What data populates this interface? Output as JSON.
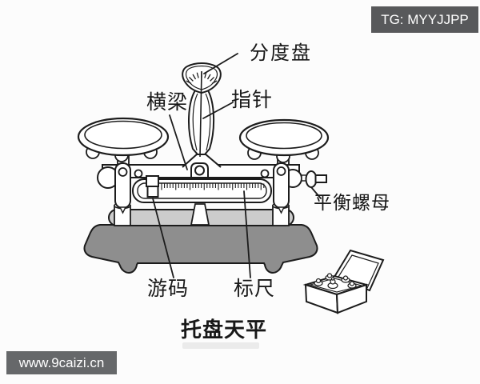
{
  "watermarks": {
    "top_right": {
      "text": "TG: MYYJJPP",
      "bg_color": "#58595b",
      "text_color": "#ffffff"
    },
    "bottom_left": {
      "text": "www.9caizi.cn",
      "bg_color": "#66686a",
      "text_color": "#ffffff"
    }
  },
  "diagram": {
    "title": "托盘天平",
    "labels": {
      "graduated_dial": "分度盘",
      "beam": "横梁",
      "pointer": "指针",
      "balance_nut": "平衡螺母",
      "rider": "游码",
      "ruler": "标尺"
    },
    "colors": {
      "line": "#1c1c1c",
      "base_dark": "#8e8e8e",
      "base_light": "#cccccc",
      "background": "#fcfcfc"
    }
  }
}
